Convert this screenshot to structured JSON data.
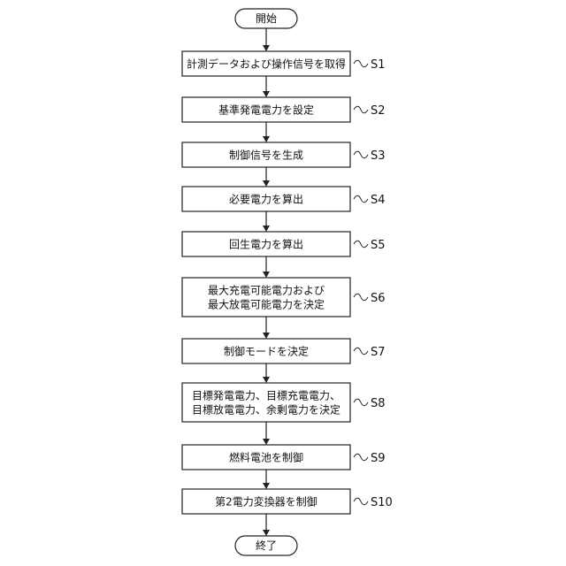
{
  "flowchart": {
    "start": "開始",
    "end": "終了",
    "steps": [
      {
        "id": "S1",
        "lines": [
          "計測データおよび操作信号を取得"
        ]
      },
      {
        "id": "S2",
        "lines": [
          "基準発電電力を設定"
        ]
      },
      {
        "id": "S3",
        "lines": [
          "制御信号を生成"
        ]
      },
      {
        "id": "S4",
        "lines": [
          "必要電力を算出"
        ]
      },
      {
        "id": "S5",
        "lines": [
          "回生電力を算出"
        ]
      },
      {
        "id": "S6",
        "lines": [
          "最大充電可能電力および",
          "最大放電可能電力を決定"
        ]
      },
      {
        "id": "S7",
        "lines": [
          "制御モードを決定"
        ]
      },
      {
        "id": "S8",
        "lines": [
          "目標発電電力、目標充電電力、",
          "目標放電電力、余剰電力を決定"
        ]
      },
      {
        "id": "S9",
        "lines": [
          "燃料電池を制御"
        ]
      },
      {
        "id": "S10",
        "lines": [
          "第2電力変換器を制御"
        ]
      }
    ]
  },
  "colors": {
    "stroke": "#222222",
    "fill": "#ffffff"
  }
}
